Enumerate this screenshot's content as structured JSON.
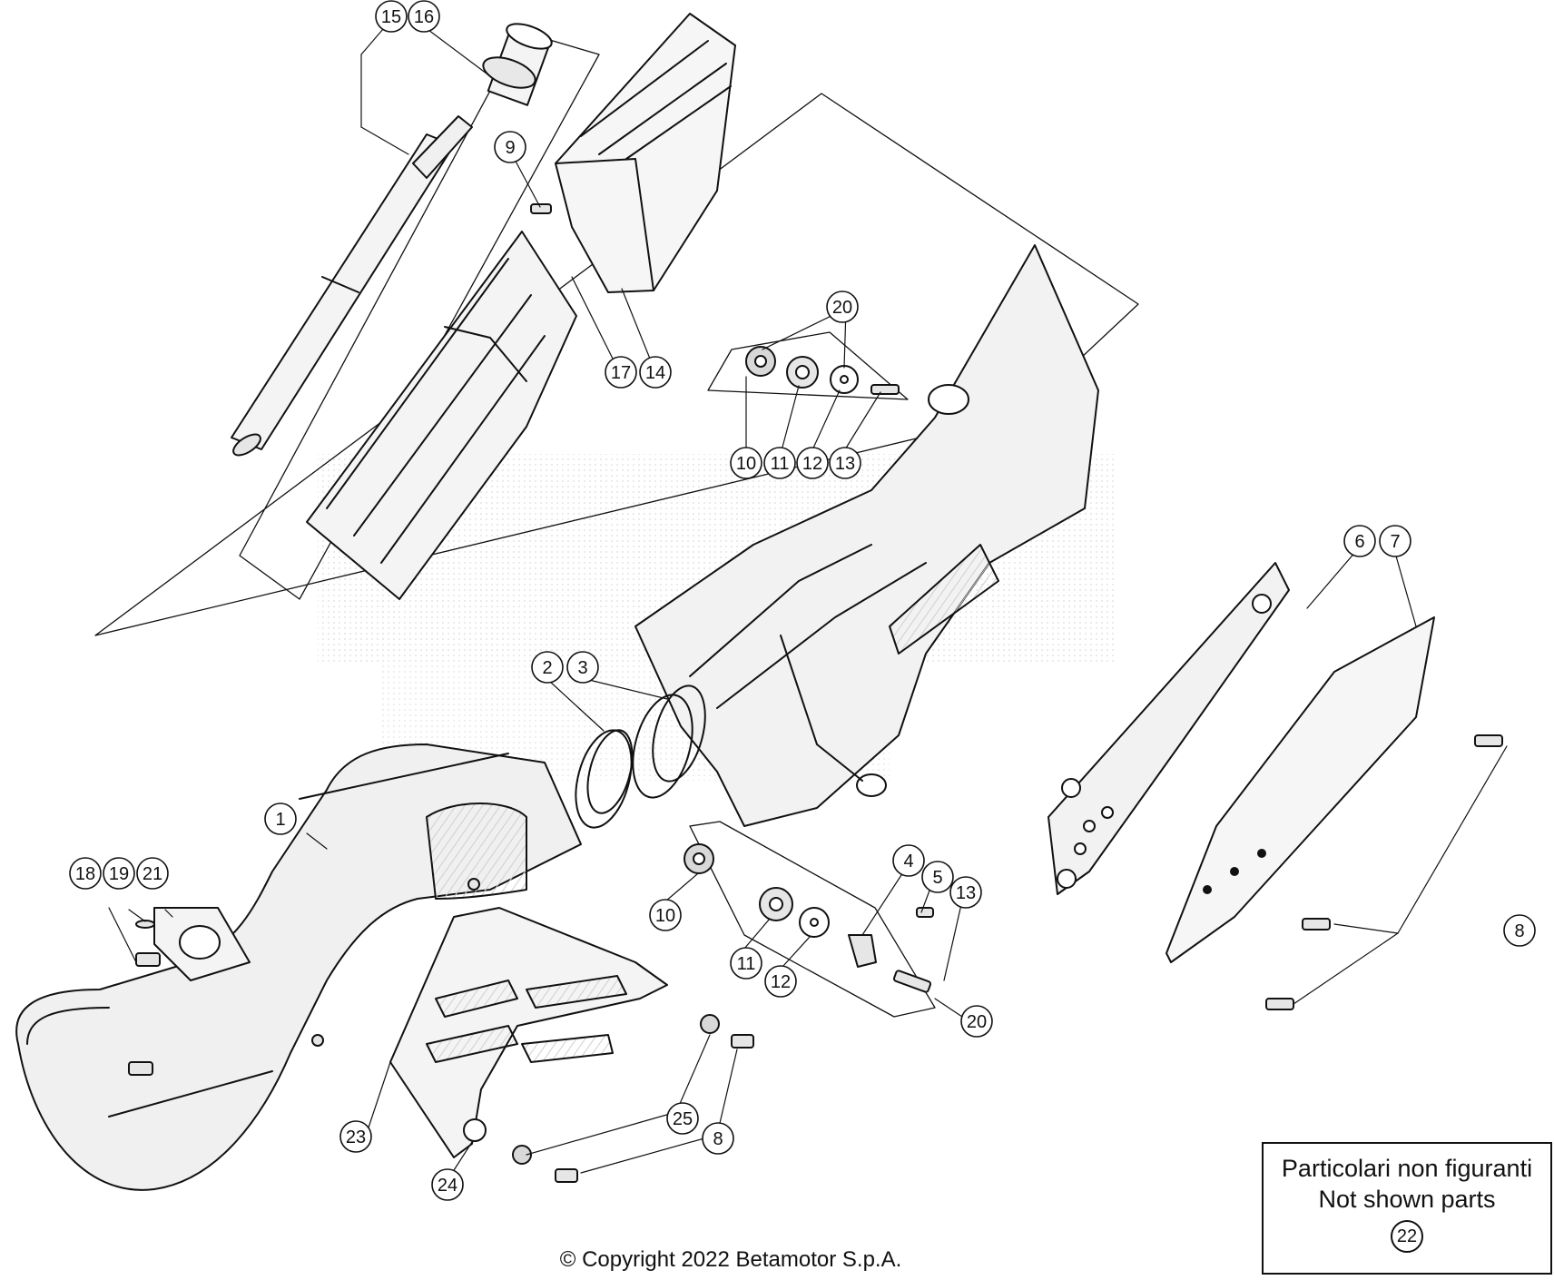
{
  "figure": {
    "colors": {
      "ink": "#111111",
      "paper": "#ffffff",
      "shade": "#d8d8d8",
      "watermark": "#eeeeee"
    },
    "callout_ids": [
      "1",
      "2",
      "3",
      "4",
      "5",
      "6",
      "7",
      "8",
      "9",
      "10",
      "11",
      "12",
      "13",
      "14",
      "15",
      "16",
      "17",
      "18",
      "19",
      "20",
      "21",
      "23",
      "24",
      "25"
    ],
    "legend": {
      "line1": "Particolari non figuranti",
      "line2": "Not shown parts",
      "part": "22"
    },
    "copyright": "© Copyright 2022 Betamotor S.p.A."
  }
}
